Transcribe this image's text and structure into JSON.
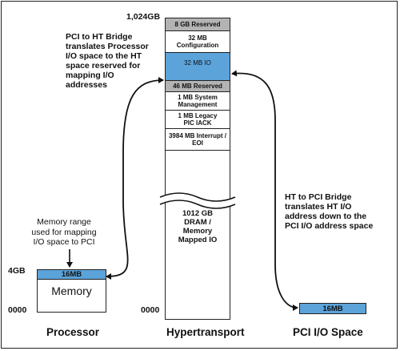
{
  "left_note": {
    "lines": [
      "PCI to HT Bridge",
      "translates Processor",
      "I/O space to the HT",
      "space reserved for",
      "mapping  I/O",
      "addresses"
    ]
  },
  "right_note": {
    "lines": [
      "HT to PCI Bridge",
      "translates HT I/O",
      "address down to the",
      "PCI I/O address space"
    ]
  },
  "memory_note": {
    "lines": [
      "Memory range",
      "used for mapping",
      "I/O space to PCI"
    ]
  },
  "processor": {
    "top_address": "4GB",
    "bottom_address": "0000",
    "window_label": "16MB",
    "memory_label": "Memory",
    "caption": "Processor"
  },
  "hypertransport": {
    "top_address": "1,024GB",
    "bottom_address": "0000",
    "caption": "Hypertransport",
    "segments": [
      {
        "label": "8 GB Reserved"
      },
      {
        "label": "32 MB Configuration"
      },
      {
        "label": "32 MB IO"
      },
      {
        "label": "46 MB Reserved"
      },
      {
        "label": "1 MB System Management"
      },
      {
        "label": "1 MB Legacy PIC IACK"
      },
      {
        "label": "3984 MB Interrupt / EOI"
      },
      {
        "label": "1012 GB DRAM / Memory Mapped IO"
      }
    ]
  },
  "pci": {
    "window_label": "16MB",
    "caption": "PCI I/O Space"
  },
  "colors": {
    "reserved_gray": "#b3b3b3",
    "io_blue": "#5ba3d9",
    "outline": "#222222"
  }
}
